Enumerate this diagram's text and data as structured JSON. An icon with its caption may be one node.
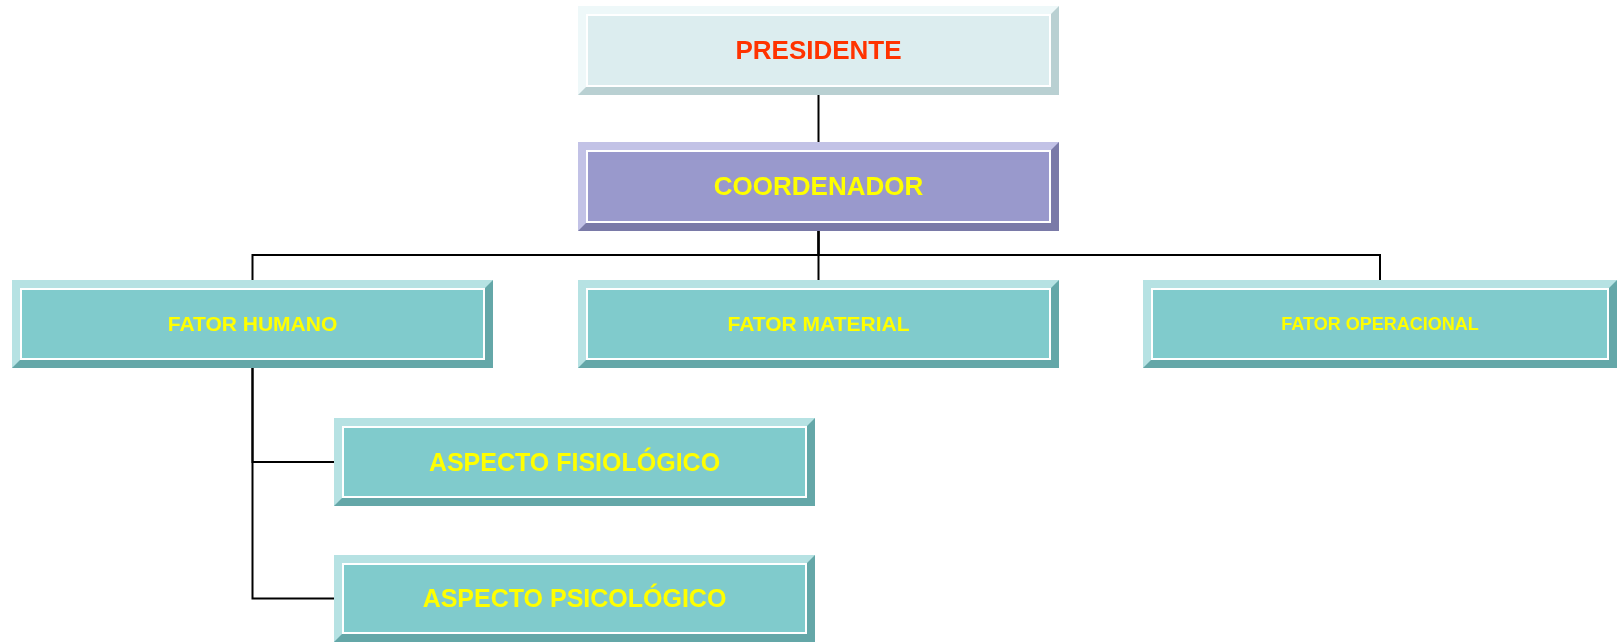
{
  "diagram": {
    "nodes": [
      {
        "text": [
          "PRESIDENTE"
        ]
      },
      {
        "text": [
          "COORDENADOR"
        ]
      },
      {
        "text": [
          "FATOR HUMANO"
        ]
      },
      {
        "text": [
          "FATOR MATERIAL"
        ]
      },
      {
        "text": [
          "FATOR OPERACIONAL"
        ]
      },
      {
        "text": [
          "ASPECTO FISIOLÓGICO"
        ]
      },
      {
        "text": [
          "ASPECTO PSICOLÓGICO"
        ]
      }
    ],
    "edges": [
      {
        "from": 0,
        "to": 1,
        "arrow": "none"
      },
      {
        "from": 1,
        "to": 2,
        "arrow": "none"
      },
      {
        "from": 1,
        "to": 3,
        "arrow": "none"
      },
      {
        "from": 1,
        "to": 4,
        "arrow": "none"
      },
      {
        "from": 2,
        "to": 5,
        "arrow": "none"
      },
      {
        "from": 2,
        "to": 6,
        "arrow": "none"
      }
    ]
  }
}
